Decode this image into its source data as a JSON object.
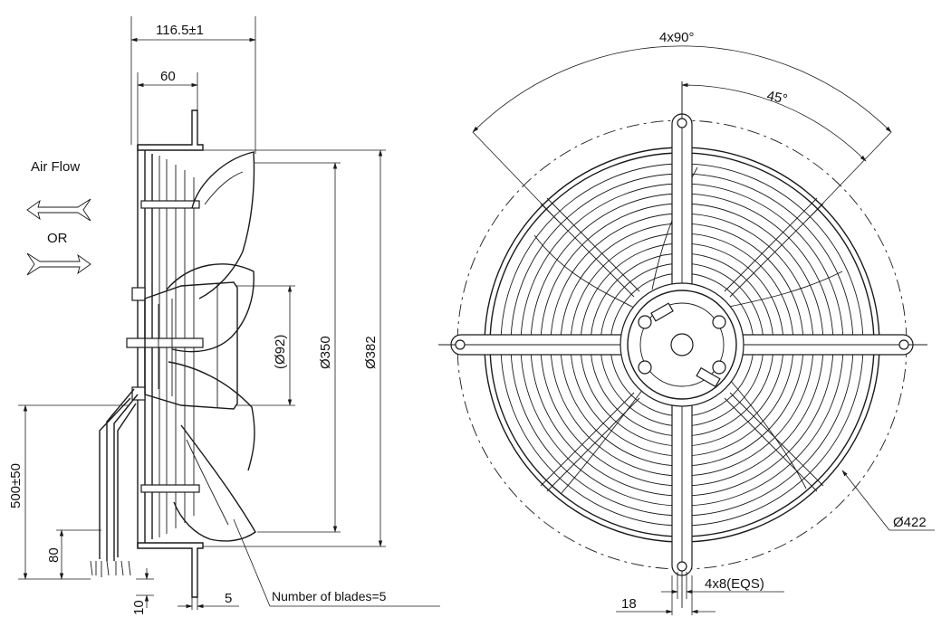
{
  "side_view": {
    "dim_depth": "116.5±1",
    "dim_guard_depth": "60",
    "dim_hub": "(Ø92)",
    "dim_impeller": "Ø350",
    "dim_guard_outer": "Ø382",
    "dim_cable": "500±50",
    "dim_strip": "80",
    "dim_end": "10",
    "dim_bracket": "5",
    "air_flow_label": "Air Flow",
    "or_label": "OR",
    "blades_note": "Number of blades=5"
  },
  "front_view": {
    "dim_bolt_angle": "4x90°",
    "dim_offset_angle": "45°",
    "dim_bolt_circle": "Ø422",
    "dim_holes": "4x8(EQS)",
    "dim_foot": "18"
  }
}
